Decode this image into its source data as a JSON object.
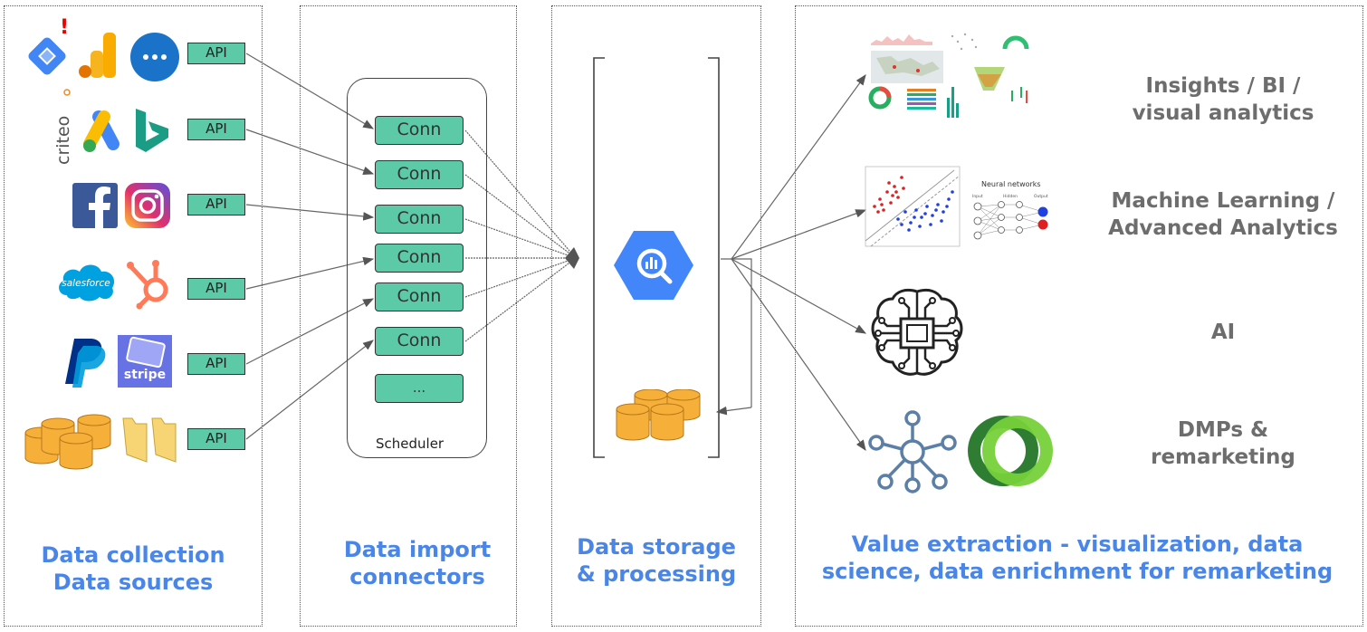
{
  "columns": {
    "sources": {
      "title": "Data collection\nData sources"
    },
    "connectors": {
      "title": "Data import\nconnectors",
      "scheduler_label": "Scheduler"
    },
    "storage": {
      "title": "Data storage\n& processing"
    },
    "value": {
      "title": "Value extraction - visualization, data\nscience, data enrichment for remarketing"
    }
  },
  "api_label": "API",
  "api_boxes": [
    "API",
    "API",
    "API",
    "API",
    "API",
    "API"
  ],
  "connectors": [
    "Conn",
    "Conn",
    "Conn",
    "Conn",
    "Conn",
    "Conn",
    "..."
  ],
  "source_logos": [
    [
      "google-tag-manager",
      "google-analytics",
      "chat-bubble"
    ],
    [
      "criteo",
      "google-ads",
      "bing"
    ],
    [
      "facebook",
      "instagram"
    ],
    [
      "salesforce",
      "hubspot"
    ],
    [
      "paypal",
      "stripe"
    ],
    [
      "database",
      "folder"
    ]
  ],
  "logo_text": {
    "criteo": "criteo",
    "salesforce": "salesforce",
    "stripe": "stripe",
    "nn_title": "Neural networks",
    "nn_input": "Input",
    "nn_hidden": "Hidden",
    "nn_output": "Output"
  },
  "outputs": [
    {
      "label": "Insights / BI /\nvisual analytics",
      "icon": "dashboard-thumbnail"
    },
    {
      "label": "Machine Learning /\nAdvanced Analytics",
      "icon": "ml-thumbnail"
    },
    {
      "label": "AI",
      "icon": "brain-chip-icon"
    },
    {
      "label": "DMPs &\nremarketing",
      "icon": "network-hub-icon"
    }
  ],
  "colors": {
    "title_blue": "#4a86e8",
    "conn_green": "#5cc9a7",
    "label_gray": "#6d6d6d",
    "bigquery_blue": "#4386fa",
    "db_orange": "#f6b03a"
  }
}
